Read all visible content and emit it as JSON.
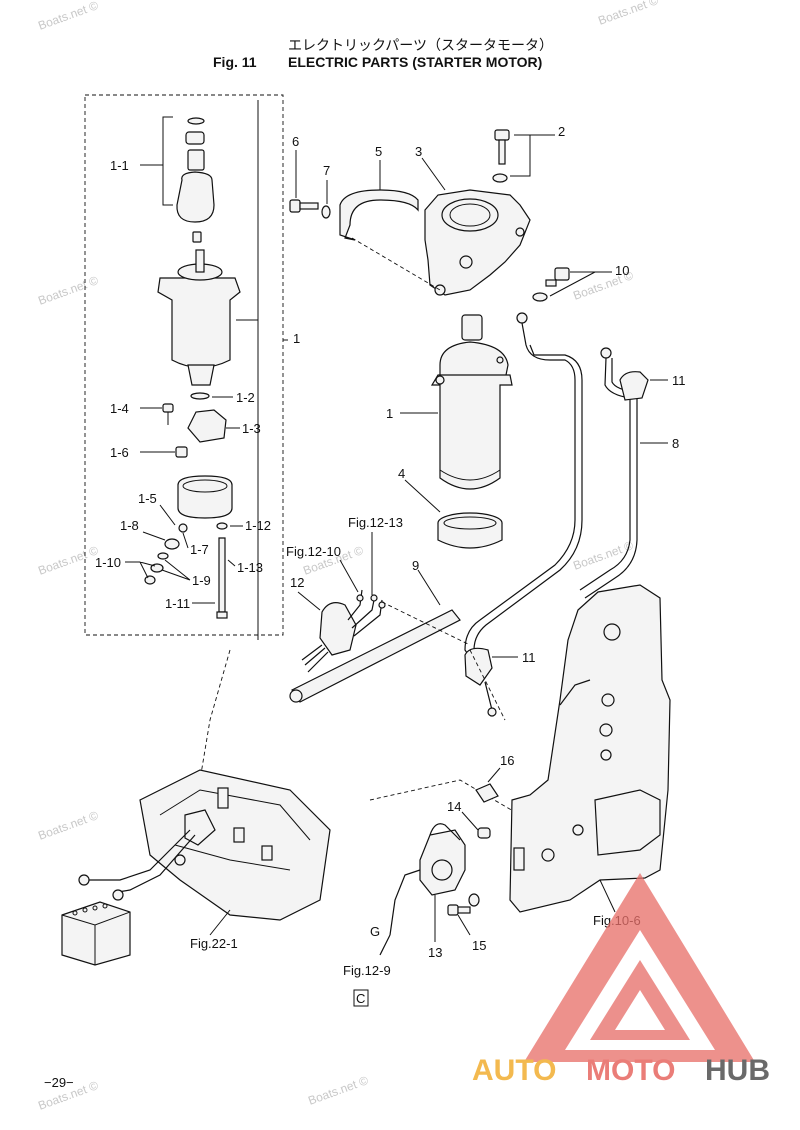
{
  "title": {
    "japanese": "エレクトリックパーツ（スタータモータ）",
    "fig_number": "Fig. 11",
    "english": "ELECTRIC PARTS (STARTER MOTOR)"
  },
  "watermark": "Boats.net ©",
  "part_labels": {
    "p1": "1",
    "p1_1": "1-1",
    "p1_2": "1-2",
    "p1_3": "1-3",
    "p1_4": "1-4",
    "p1_5": "1-5",
    "p1_6": "1-6",
    "p1_7": "1-7",
    "p1_8": "1-8",
    "p1_9": "1-9",
    "p1_10": "1-10",
    "p1_11": "1-11",
    "p1_12": "1-12",
    "p1_13": "1-13",
    "p1_main": "1",
    "p2": "2",
    "p3": "3",
    "p4": "4",
    "p5": "5",
    "p6": "6",
    "p7": "7",
    "p8": "8",
    "p9": "9",
    "p10": "10",
    "p11a": "11",
    "p11b": "11",
    "p12": "12",
    "p13": "13",
    "p14": "14",
    "p15": "15",
    "p16": "16",
    "g": "G"
  },
  "refs": {
    "fig12_13": "Fig.12-13",
    "fig12_10": "Fig.12-10",
    "fig22_1": "Fig.22-1",
    "fig12_9": "Fig.12-9",
    "fig10_6": "Fig.10-6"
  },
  "section_mark": "C",
  "page_number": "−29−",
  "logo": {
    "part1": "AUTO",
    "part2": "MOTO",
    "part3": "HUB"
  },
  "colors": {
    "logo_orange": "#f2b23c",
    "logo_red": "#e8706a",
    "logo_dark": "#5a5a5a",
    "watermark": "#c8c8c8"
  }
}
